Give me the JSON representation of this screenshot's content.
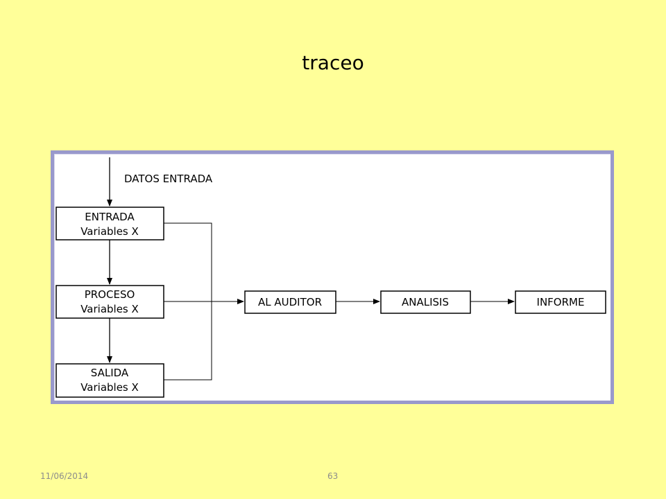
{
  "slide": {
    "title": "traceo",
    "footer_date": "11/06/2014",
    "page_number": "63"
  },
  "diagram": {
    "input_label": "DATOS ENTRADA",
    "stages": [
      {
        "name": "ENTRADA",
        "sub": "Variables X"
      },
      {
        "name": "PROCESO",
        "sub": "Variables X"
      },
      {
        "name": "SALIDA",
        "sub": "Variables X"
      }
    ],
    "flow": [
      "AL AUDITOR",
      "ANALISIS",
      "INFORME"
    ]
  },
  "colors": {
    "background": "#ffff99",
    "frame": "#9999cc",
    "canvas": "#ffffff",
    "line": "#000000"
  }
}
